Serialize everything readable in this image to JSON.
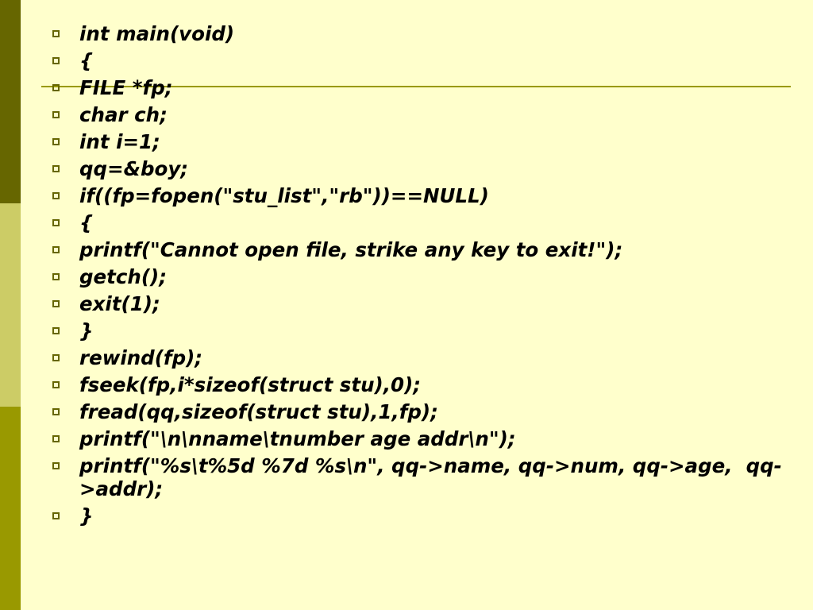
{
  "colors": {
    "background": "#FFFFCC",
    "bar_top": "#666600",
    "bar_middle": "#CCCC66",
    "bar_bottom": "#999900",
    "rule": "#999900",
    "bullet": "#666600",
    "text": "#000000"
  },
  "bullet_icon": "hollow-square-bullet-icon",
  "lines": [
    "int main(void)",
    "{",
    "FILE *fp;",
    "char ch;",
    "int i=1;",
    "qq=&boy;",
    "if((fp=fopen(\"stu_list\",\"rb\"))==NULL)",
    "{",
    "printf(\"Cannot open file, strike any key to exit!\");",
    "getch();",
    "exit(1);",
    "}",
    "rewind(fp);",
    "fseek(fp,i*sizeof(struct stu),0);",
    "fread(qq,sizeof(struct stu),1,fp);",
    "printf(\"\\n\\nname\\tnumber age addr\\n\");",
    "printf(\"%s\\t%5d %7d %s\\n\", qq->name, qq->num, qq->age,  qq->addr);",
    "}"
  ]
}
